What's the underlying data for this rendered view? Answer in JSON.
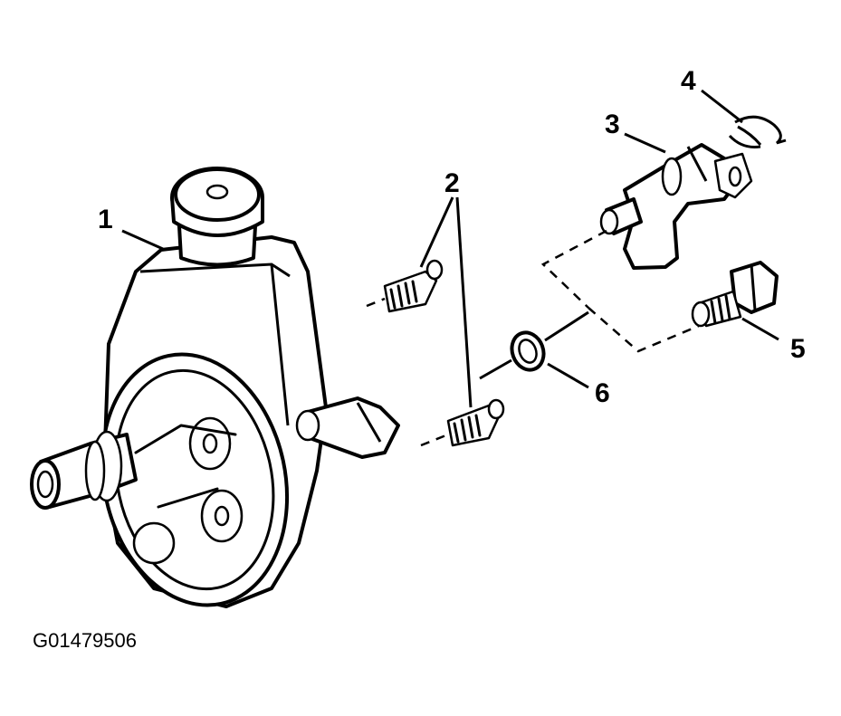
{
  "diagram": {
    "figure_id": "G01479506",
    "callouts": [
      {
        "id": "1",
        "text": "1"
      },
      {
        "id": "2",
        "text": "2"
      },
      {
        "id": "3",
        "text": "3"
      },
      {
        "id": "4",
        "text": "4"
      },
      {
        "id": "5",
        "text": "5"
      },
      {
        "id": "6",
        "text": "6"
      }
    ]
  }
}
